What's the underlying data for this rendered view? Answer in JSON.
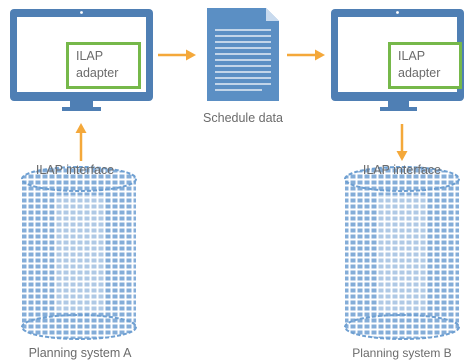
{
  "colors": {
    "monitor": "#4f7fb4",
    "adapter_border": "#76b84a",
    "arrow": "#f4a83a",
    "document": "#5b8fc4",
    "cylinder": "#6e9fd1",
    "text": "#6b6b6b"
  },
  "left": {
    "adapter_line1": "ILAP",
    "adapter_line2": "adapter",
    "interface_label": "ILAP interface",
    "system_label": "Planning system A"
  },
  "middle": {
    "document_icon": "document-icon",
    "schedule_label": "Schedule data"
  },
  "right": {
    "adapter_line1": "ILAP",
    "adapter_line2": "adapter",
    "interface_label": "ILAP interface",
    "system_label": "Planning system B"
  }
}
